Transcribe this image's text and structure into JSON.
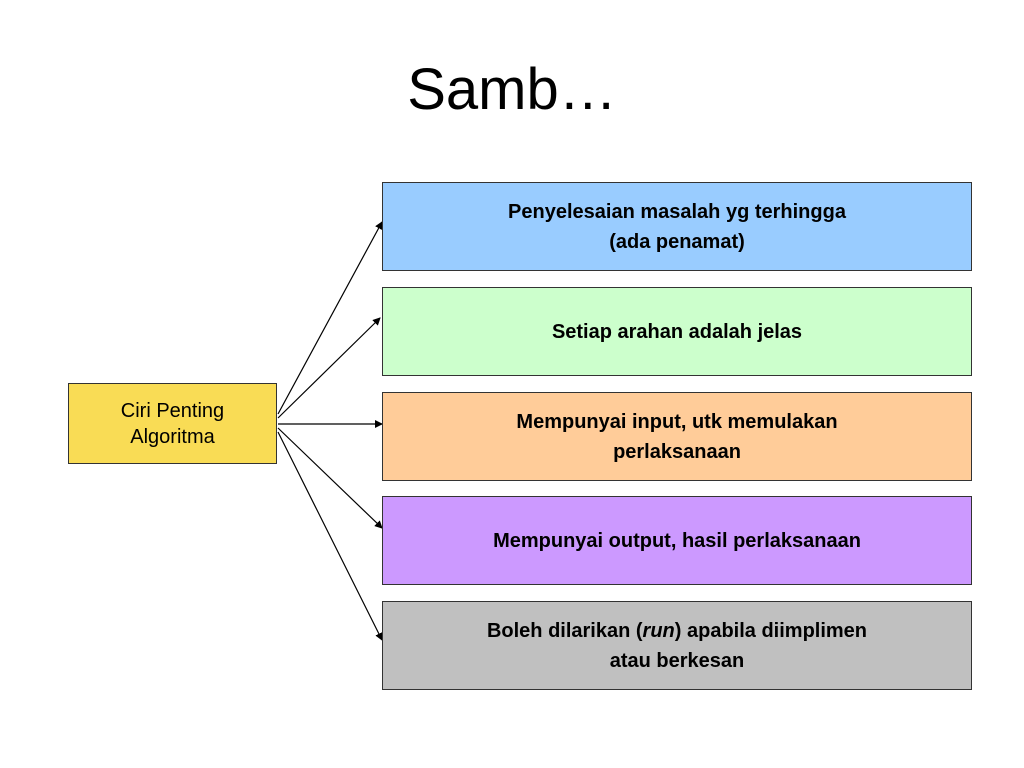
{
  "slide": {
    "title": "Samb…"
  },
  "diagram": {
    "source": {
      "label": "Ciri Penting\nAlgoritma",
      "color": "#f9dc55"
    },
    "targets": [
      {
        "line1": "Penyelesaian masalah yg terhingga",
        "line2": "(ada penamat)",
        "color": "#99ccff"
      },
      {
        "line1": "Setiap arahan adalah jelas",
        "color": "#ccffcc"
      },
      {
        "line1": "Mempunyai input, utk memulakan",
        "line2": "perlaksanaan",
        "color": "#ffcc99"
      },
      {
        "line1": "Mempunyai output, hasil perlaksanaan",
        "color": "#cc99ff"
      },
      {
        "line1_pre": "Boleh dilarikan (",
        "line1_italic": "run",
        "line1_post": ") apabila diimplimen",
        "line2": "atau berkesan",
        "color": "#c0c0c0"
      }
    ]
  }
}
